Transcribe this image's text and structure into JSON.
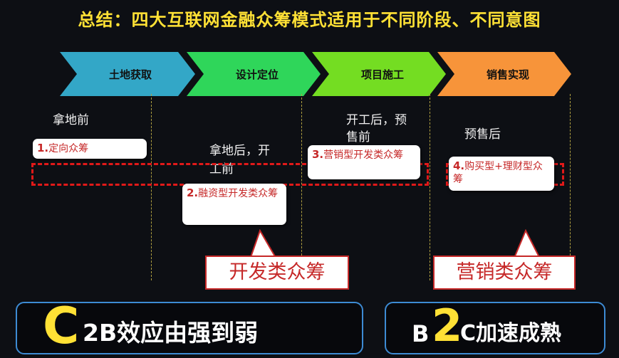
{
  "title": "总结：四大互联网金融众筹模式适用于不同阶段、不同意图",
  "stages": [
    {
      "label": "土地获取",
      "color": "#33a7c7"
    },
    {
      "label": "设计定位",
      "color": "#2fd65a"
    },
    {
      "label": "项目施工",
      "color": "#74dd22"
    },
    {
      "label": "销售实现",
      "color": "#f7943a"
    }
  ],
  "phase_notes": {
    "before_land": "拿地前",
    "after_land_line1": "拿地后，开",
    "after_land_line2": "工前",
    "after_start_line1": "开工后，预",
    "after_start_line2": "售前",
    "after_presale": "预售后"
  },
  "models": [
    {
      "num": "1.",
      "text": "定向众筹"
    },
    {
      "num": "2.",
      "text": "融资型开发类众筹"
    },
    {
      "num": "3.",
      "text": "营销型开发类众筹"
    },
    {
      "num": "4.",
      "text": "购买型+理财型众筹"
    }
  ],
  "callouts": {
    "development": "开发类众筹",
    "marketing": "营销类众筹"
  },
  "bottom_left": {
    "big": "C",
    "rest": "2B效应由强到弱"
  },
  "bottom_right": {
    "b": "B",
    "big": "2",
    "rest": "C加速成熟"
  },
  "colors": {
    "title": "#ffe135",
    "accent_red": "#c62828",
    "big_letter": "#ffe135",
    "box_border": "#3d8bd4"
  }
}
